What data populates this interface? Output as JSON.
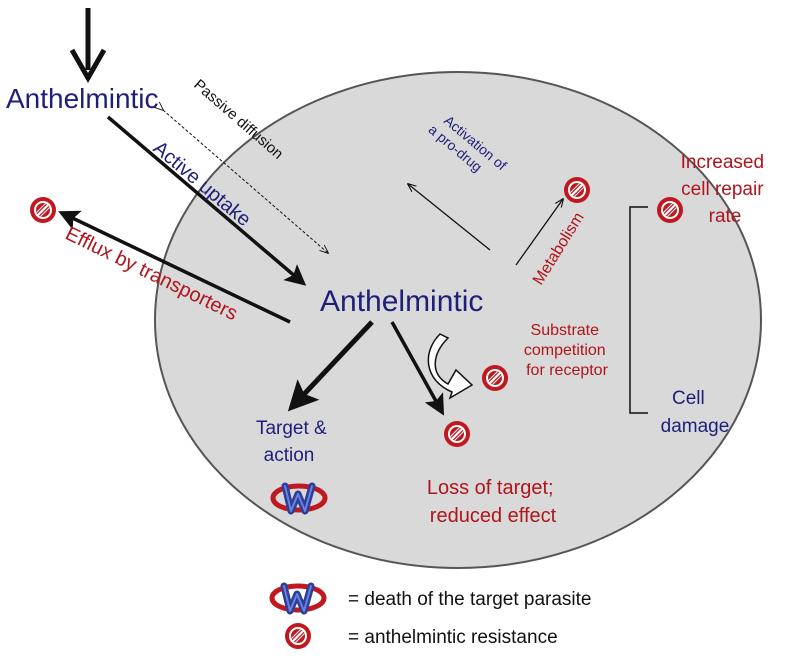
{
  "labels": {
    "anthelmintic_outside": "Anthelmintic",
    "anthelmintic_center": "Anthelmintic",
    "passive_diffusion": "Passive diffusion",
    "active_uptake": "Active uptake",
    "efflux": "Efflux by transporters",
    "activation_line1": "Activation of",
    "activation_line2": "a pro-drug",
    "metabolism": "Metabolism",
    "repair_line1": "Increased",
    "repair_line2": "cell repair",
    "repair_line3": "rate",
    "cell_damage_line1": "Cell",
    "cell_damage_line2": "damage",
    "substrate_line1": "Substrate",
    "substrate_line2": "competition",
    "substrate_line3": "for receptor",
    "target_line1": "Target &",
    "target_line2": "action",
    "loss_line1": "Loss of target;",
    "loss_line2": "reduced effect"
  },
  "legend": {
    "death": "= death of the target parasite",
    "resistance": "= anthelmintic resistance"
  },
  "colors": {
    "cell_fill": "#d9d9d9",
    "cell_stroke": "#555555",
    "blue_text": "#1f1f7a",
    "red_text": "#b0151b",
    "resistance_red": "#c0181f",
    "parasite_blue": "#2b3f9a"
  },
  "icons": {
    "resistance": "resistance-symbol-icon",
    "death": "parasite-death-icon"
  }
}
